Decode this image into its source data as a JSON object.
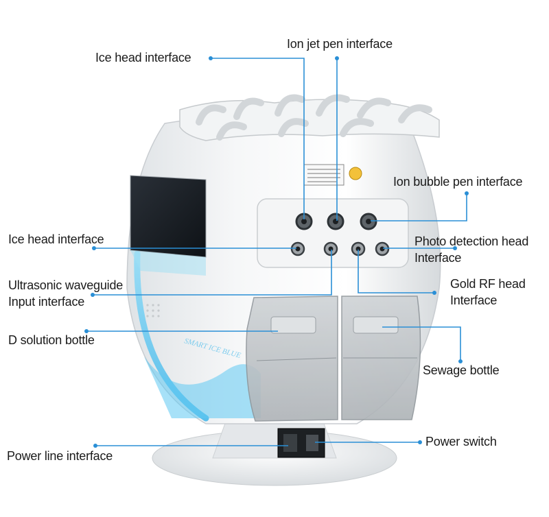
{
  "labels": {
    "ice_head_top": "Ice head interface",
    "ion_jet_pen": "Ion jet pen interface",
    "ion_bubble_pen": "Ion bubble pen interface",
    "ice_head_left": "Ice head interface",
    "photo_detection_1": "Photo detection head",
    "photo_detection_2": "Interface",
    "ultrasonic_1": "Ultrasonic waveguide",
    "ultrasonic_2": "Input interface",
    "gold_rf_1": "Gold RF head",
    "gold_rf_2": "Interface",
    "d_solution": "D solution bottle",
    "sewage": "Sewage bottle",
    "power_switch": "Power switch",
    "power_line": "Power line interface"
  },
  "device_text": "SMART ICE BLUE",
  "colors": {
    "leader_line": "#2a8fd6",
    "device_body": "#eef0f2",
    "accent_blue": "#5fc8f2",
    "text": "#1a1a1a"
  }
}
